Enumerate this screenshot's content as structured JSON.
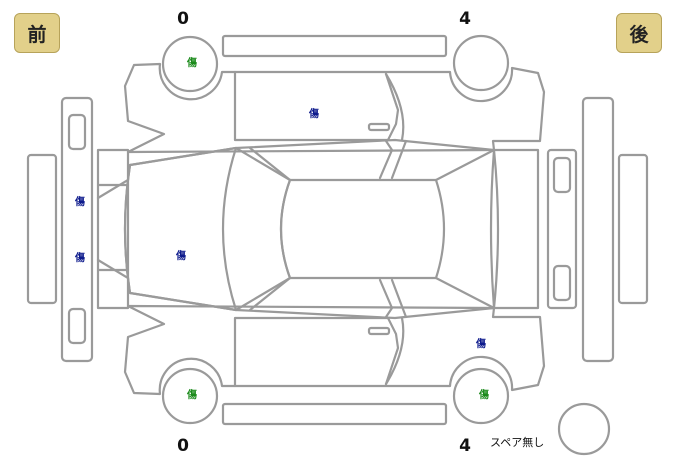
{
  "labels": {
    "front": "前",
    "rear": "後",
    "spare": "スペア無し"
  },
  "tire_depths": {
    "front_top": "0",
    "rear_top": "4",
    "front_bottom": "0",
    "rear_bottom": "4"
  },
  "damage_marks": [
    {
      "name": "damage-front-left-wheel",
      "text": "傷",
      "color": "green"
    },
    {
      "name": "damage-left-front-door",
      "text": "傷",
      "color": "blue"
    },
    {
      "name": "damage-front-bumper-upper",
      "text": "傷",
      "color": "blue"
    },
    {
      "name": "damage-front-bumper-lower",
      "text": "傷",
      "color": "blue"
    },
    {
      "name": "damage-hood",
      "text": "傷",
      "color": "blue"
    },
    {
      "name": "damage-right-rear-quarter",
      "text": "傷",
      "color": "blue"
    },
    {
      "name": "damage-front-right-wheel",
      "text": "傷",
      "color": "green"
    },
    {
      "name": "damage-rear-right-wheel",
      "text": "傷",
      "color": "green"
    }
  ]
}
